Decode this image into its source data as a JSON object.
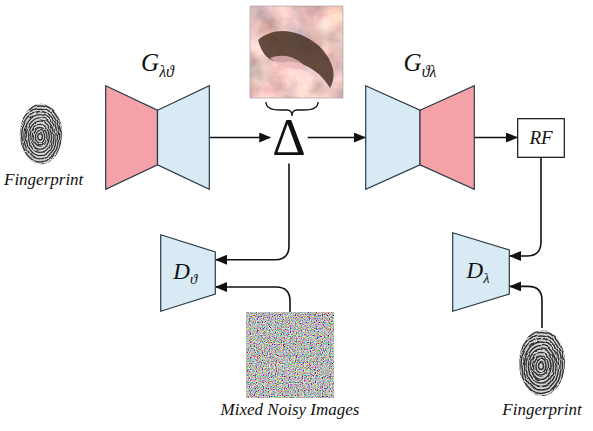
{
  "diagram": {
    "nodes": [
      {
        "text": [
          "Fingerprint"
        ]
      },
      {
        "text": [
          "G",
          "λϑ"
        ]
      },
      {
        "text": [
          "Δ"
        ]
      },
      {
        "text": [
          "G",
          "ϑλ"
        ]
      },
      {
        "text": [
          "RF"
        ]
      },
      {
        "text": [
          "D",
          "ϑ"
        ]
      },
      {
        "text": [
          "D",
          "λ"
        ]
      },
      {
        "text": [
          "Mixed Noisy Images"
        ]
      },
      {
        "text": [
          "Fingerprint"
        ]
      }
    ],
    "edges": [
      {
        "from": 1,
        "to": 2,
        "arrow": "to"
      },
      {
        "from": 2,
        "to": 3,
        "arrow": "to"
      },
      {
        "from": 3,
        "to": 4,
        "arrow": "to"
      },
      {
        "from": 4,
        "to": 6,
        "arrow": "to"
      },
      {
        "from": 2,
        "to": 5,
        "arrow": "to"
      },
      {
        "from": 7,
        "to": 5,
        "arrow": "to"
      },
      {
        "from": 8,
        "to": 6,
        "arrow": "to"
      }
    ]
  }
}
